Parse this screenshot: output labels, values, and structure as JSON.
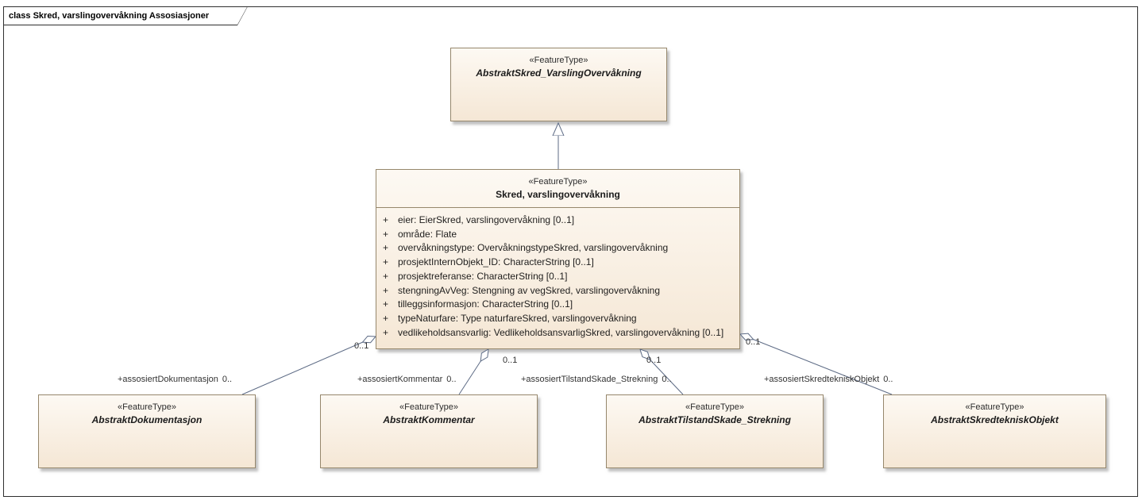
{
  "frame": {
    "label": "class Skred, varslingovervåkning Assosiasjoner"
  },
  "classes": {
    "parent": {
      "stereotype": "«FeatureType»",
      "name": "AbstraktSkred_VarslingOvervåkning"
    },
    "main": {
      "stereotype": "«FeatureType»",
      "name": "Skred, varslingovervåkning",
      "attributes": [
        {
          "vis": "+",
          "text": "eier: EierSkred, varslingovervåkning [0..1]"
        },
        {
          "vis": "+",
          "text": "område: Flate"
        },
        {
          "vis": "+",
          "text": "overvåkningstype: OvervåkningstypeSkred, varslingovervåkning"
        },
        {
          "vis": "+",
          "text": "prosjektInternObjekt_ID: CharacterString [0..1]"
        },
        {
          "vis": "+",
          "text": "prosjektreferanse: CharacterString [0..1]"
        },
        {
          "vis": "+",
          "text": "stengningAvVeg: Stengning av vegSkred, varslingovervåkning"
        },
        {
          "vis": "+",
          "text": "tilleggsinformasjon: CharacterString [0..1]"
        },
        {
          "vis": "+",
          "text": "typeNaturfare: Type naturfareSkred, varslingovervåkning"
        },
        {
          "vis": "+",
          "text": "vedlikeholdsansvarlig: VedlikeholdsansvarligSkred, varslingovervåkning [0..1]"
        }
      ]
    },
    "dokumentasjon": {
      "stereotype": "«FeatureType»",
      "name": "AbstraktDokumentasjon"
    },
    "kommentar": {
      "stereotype": "«FeatureType»",
      "name": "AbstraktKommentar"
    },
    "tilstand": {
      "stereotype": "«FeatureType»",
      "name": "AbstraktTilstandSkade_Strekning"
    },
    "skredteknisk": {
      "stereotype": "«FeatureType»",
      "name": "AbstraktSkredtekniskObjekt"
    }
  },
  "associations": [
    {
      "role": "+assosiertDokumentasjon",
      "target_mult": "0..",
      "source_mult": "0..1"
    },
    {
      "role": "+assosiertKommentar",
      "target_mult": "0..",
      "source_mult": "0..1"
    },
    {
      "role": "+assosiertTilstandSkade_Strekning",
      "target_mult": "0..",
      "source_mult": "0..1"
    },
    {
      "role": "+assosiertSkredtekniskObjekt",
      "target_mult": "0..",
      "source_mult": "0..1"
    }
  ],
  "colors": {
    "box_fill_top": "#fdf9f3",
    "box_fill_bottom": "#f5e7d5",
    "box_border": "#96876c",
    "connector": "#5d6b85",
    "frame_border": "#2f2f2f",
    "text": "#1f1e1d"
  }
}
